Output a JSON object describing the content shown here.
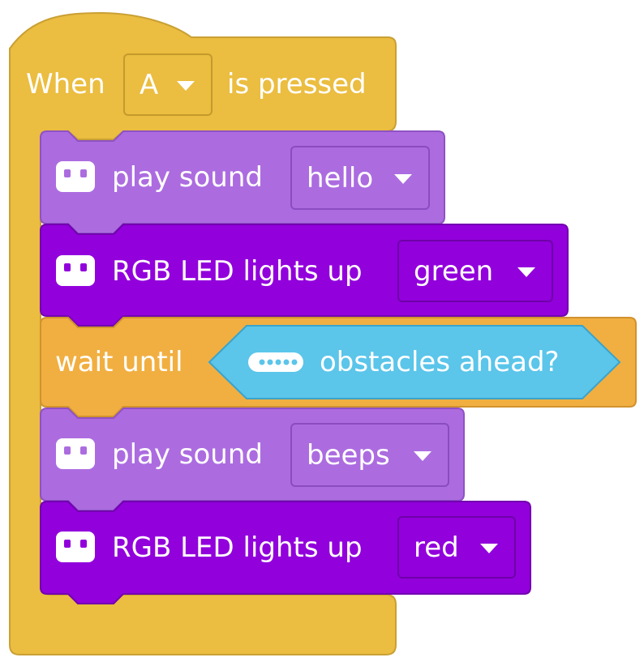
{
  "hat": {
    "when_label": "When",
    "key_value": "A",
    "pressed_label": "is pressed"
  },
  "blocks": [
    {
      "icon": "robot-icon",
      "label": "play sound",
      "value": "hello"
    },
    {
      "icon": "robot-icon",
      "label": "RGB LED lights up",
      "value": "green"
    },
    {
      "label": "wait until",
      "condition": {
        "icon": "ultrasonic-sensor-icon",
        "label": "obstacles ahead?"
      }
    },
    {
      "icon": "robot-icon",
      "label": "play sound",
      "value": "beeps"
    },
    {
      "icon": "robot-icon",
      "label": "RGB LED lights up",
      "value": "red"
    }
  ],
  "colors": {
    "event_yellow": "#EBBD40",
    "sound_purple": "#AC6CE0",
    "led_purple": "#9200DC",
    "control_orange": "#F1AF41",
    "sensor_cyan": "#5BC5EA"
  }
}
